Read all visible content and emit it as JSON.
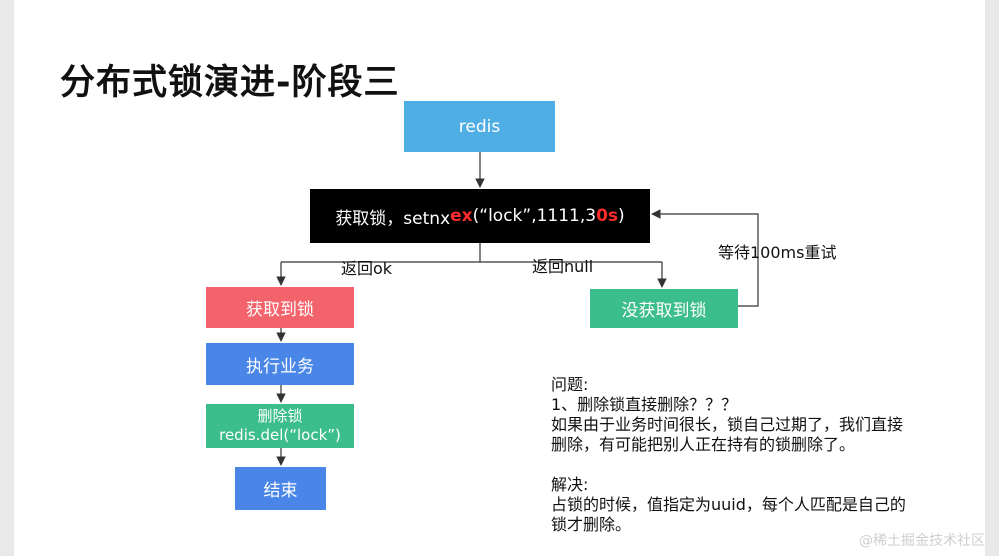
{
  "title": "分布式锁演进-阶段三",
  "nodes": {
    "redis": "redis",
    "setnx": {
      "prefix": "获取锁，setnx",
      "ex": "ex",
      "middle": "(“lock”,1111,3",
      "zero_s": "0s",
      "suffix": ")"
    },
    "got_lock": "获取到锁",
    "not_got_lock": "没获取到锁",
    "execute": "执行业务",
    "delete_line1": "删除锁",
    "delete_line2": "redis.del(“lock”)",
    "end": "结束"
  },
  "edge_labels": {
    "return_ok": "返回ok",
    "return_null": "返回null",
    "retry": "等待100ms重试"
  },
  "notes": [
    "问题:",
    "1、删除锁直接删除？？？",
    "如果由于业务时间很长，锁自己过期了，我们直接",
    "删除，有可能把别人正在持有的锁删除了。",
    "",
    "解决:",
    "占锁的时候，值指定为uuid，每个人匹配是自己的",
    "锁才删除。"
  ],
  "watermark": "@稀土掘金技术社区",
  "colors": {
    "redis": "#4faee3",
    "setnx": "#000000",
    "highlight": "#ff2a2a",
    "got_lock": "#f3636b",
    "not_got_lock": "#3cbd8c",
    "execute": "#4a86e8",
    "delete": "#3cbd8c",
    "end": "#4a86e8"
  }
}
